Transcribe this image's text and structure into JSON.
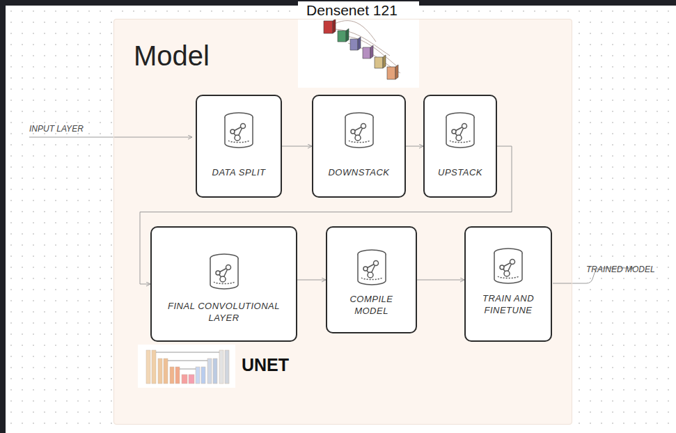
{
  "diagram": {
    "nodes": [
      {
        "text": [
          "Model"
        ]
      },
      {
        "text": [
          "DATA SPLIT"
        ],
        "in": 0
      },
      {
        "text": [
          "DOWNSTACK"
        ],
        "in": 0
      },
      {
        "text": [
          "UPSTACK"
        ],
        "in": 0
      },
      {
        "text": [
          "FINAL CONVOLUTIONAL LAYER"
        ],
        "in": 0
      },
      {
        "text": [
          "COMPILE MODEL"
        ],
        "in": 0
      },
      {
        "text": [
          "TRAIN AND FINETUNE"
        ],
        "in": 0
      }
    ],
    "edges": [
      {
        "from": 1,
        "to": 2,
        "arrow": "to"
      },
      {
        "from": 2,
        "to": 3,
        "arrow": "to"
      },
      {
        "from": 3,
        "to": 4,
        "arrow": "to"
      },
      {
        "from": 4,
        "to": 5,
        "arrow": "to"
      },
      {
        "from": 5,
        "to": 6,
        "arrow": "to"
      }
    ],
    "labels": [
      "Densenet 121",
      "INPUT LAYER",
      "TRAINED MODEL",
      "UNET"
    ]
  }
}
